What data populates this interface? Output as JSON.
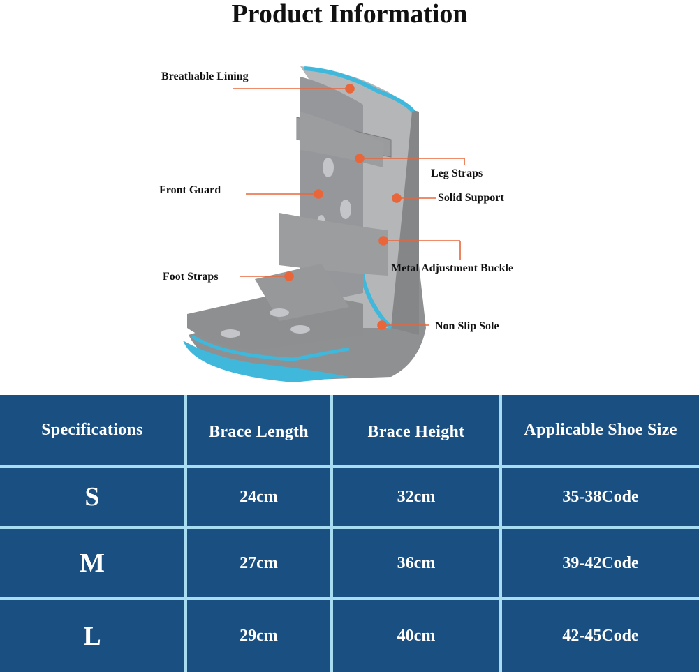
{
  "title": "Product Information",
  "product": {
    "name": "walking-boot-brace",
    "colors": {
      "shell": "#8f9092",
      "lining": "#b4b6b8",
      "trim": "#3fb8dc",
      "callout": "#e8663a"
    }
  },
  "callouts": [
    {
      "label": "Breathable Lining"
    },
    {
      "label": "Leg Straps"
    },
    {
      "label": "Front Guard"
    },
    {
      "label": "Solid Support"
    },
    {
      "label": "Metal Adjustment Buckle"
    },
    {
      "label": "Foot Straps"
    },
    {
      "label": "Non Slip Sole"
    }
  ],
  "table": {
    "colors": {
      "fill": "#1a4f82",
      "grid": "#a8dcf0",
      "text": "#ffffff"
    },
    "headers": [
      "Specifications",
      "Brace Length",
      "Brace Height",
      "Applicable Shoe Size"
    ],
    "rows": [
      {
        "size": "S",
        "length": "24cm",
        "height": "32cm",
        "shoe": "35-38Code"
      },
      {
        "size": "M",
        "length": "27cm",
        "height": "36cm",
        "shoe": "39-42Code"
      },
      {
        "size": "L",
        "length": "29cm",
        "height": "40cm",
        "shoe": "42-45Code"
      }
    ]
  }
}
